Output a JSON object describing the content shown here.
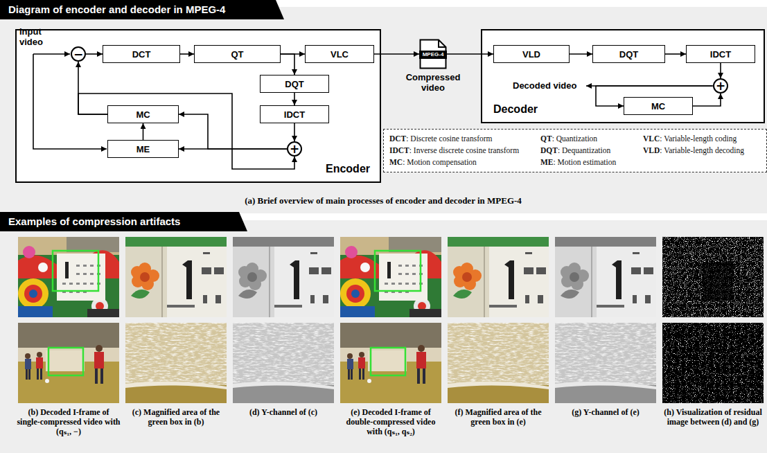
{
  "diagram": {
    "title": "Diagram of encoder and decoder in MPEG-4",
    "caption": "(a) Brief overview of main processes of encoder and decoder in MPEG-4",
    "nodes": [
      {
        "text": [
          "Encoder"
        ]
      },
      {
        "text": [
          "−"
        ],
        "in": 0
      },
      {
        "text": [
          "DCT"
        ],
        "in": 0
      },
      {
        "text": [
          "QT"
        ],
        "in": 0
      },
      {
        "text": [
          "VLC"
        ],
        "in": 0
      },
      {
        "text": [
          "DQT"
        ],
        "in": 0
      },
      {
        "text": [
          "IDCT"
        ],
        "in": 0
      },
      {
        "text": [
          "MC"
        ],
        "in": 0
      },
      {
        "text": [
          "ME"
        ],
        "in": 0
      },
      {
        "text": [
          "+"
        ],
        "in": 0
      },
      {
        "text": [
          "MPEG-4",
          "Compressed video"
        ]
      },
      {
        "text": [
          "Decoder"
        ]
      },
      {
        "text": [
          "VLD"
        ],
        "in": 11
      },
      {
        "text": [
          "DQT"
        ],
        "in": 11
      },
      {
        "text": [
          "IDCT"
        ],
        "in": 11
      },
      {
        "text": [
          "+"
        ],
        "in": 11
      },
      {
        "text": [
          "MC"
        ],
        "in": 11
      },
      {
        "text": [
          "DCT: Discrete cosine transform",
          "QT: Quantization",
          "VLC: Variable-length coding",
          "IDCT: Inverse discrete cosine transform",
          "DQT: Dequantization",
          "VLD: Variable-length decoding",
          "MC: Motion compensation",
          "ME: Motion estimation"
        ]
      }
    ],
    "edges": [
      {
        "from": 1,
        "to": 2,
        "arrow": "to"
      },
      {
        "from": 2,
        "to": 3,
        "arrow": "to"
      },
      {
        "from": 3,
        "to": 4,
        "arrow": "to"
      },
      {
        "from": 3,
        "to": 5,
        "arrow": "to"
      },
      {
        "from": 5,
        "to": 6,
        "arrow": "to"
      },
      {
        "from": 6,
        "to": 9,
        "arrow": "to"
      },
      {
        "from": 9,
        "to": 7,
        "arrow": "to"
      },
      {
        "from": 9,
        "to": 8,
        "arrow": "to"
      },
      {
        "from": 8,
        "to": 7,
        "arrow": "to"
      },
      {
        "from": 7,
        "to": 1,
        "arrow": "to"
      },
      {
        "from": 7,
        "to": 9,
        "arrow": "to"
      },
      {
        "from": 4,
        "to": 10,
        "arrow": "to"
      },
      {
        "from": 10,
        "to": 12,
        "arrow": "to"
      },
      {
        "from": 12,
        "to": 13,
        "arrow": "to"
      },
      {
        "from": 13,
        "to": 14,
        "arrow": "to"
      },
      {
        "from": 14,
        "to": 15,
        "arrow": "to"
      },
      {
        "from": 15,
        "to": 16,
        "arrow": "to"
      },
      {
        "from": 16,
        "to": 15,
        "arrow": "to"
      }
    ],
    "labels": [
      "Examples of compression artifacts",
      "Input video",
      "Decoded video",
      "(b) Decoded I-frame of single-compressed video with (qₛ₁, −)",
      "(c) Magnified area of the green box in (b)",
      "(d) Y-channel of (c)",
      "(e) Decoded I-frame of double-compressed video with (qₛ₁, qₛ₂)",
      "(f) Magnified area of the green box in (e)",
      "(g) Y-channel of (e)",
      "(h) Visualization of residual image between (d) and (g)"
    ]
  }
}
